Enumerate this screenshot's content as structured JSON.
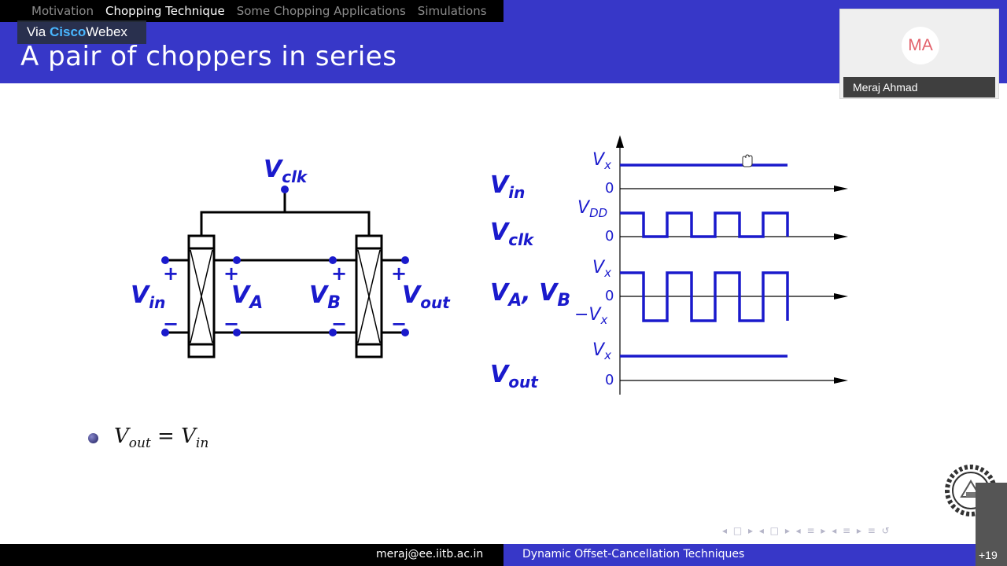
{
  "nav": {
    "items": [
      {
        "label": "Motivation",
        "active": false
      },
      {
        "label": "Chopping Technique",
        "active": true
      },
      {
        "label": "Some Chopping Applications",
        "active": false
      },
      {
        "label": "Simulations",
        "active": false
      }
    ]
  },
  "webex": {
    "prefix": "Via ",
    "brand1": "Cisco",
    "brand2": "Webex"
  },
  "slide": {
    "title": "A pair of choppers in series"
  },
  "participant": {
    "initials": "MA",
    "name": "Meraj Ahmad"
  },
  "circuit": {
    "clk_base": "V",
    "clk_sub": "clk",
    "vin_base": "V",
    "vin_sub": "in",
    "va_base": "V",
    "va_sub": "A",
    "vb_base": "V",
    "vb_sub": "B",
    "vout_base": "V",
    "vout_sub": "out",
    "plus": "+",
    "minus": "−"
  },
  "waveforms": {
    "row_labels": {
      "vin_base": "V",
      "vin_sub": "in",
      "vclk_base": "V",
      "vclk_sub": "clk",
      "vab_a_base": "V",
      "vab_a_sub": "A",
      "vab_sep": ", ",
      "vab_b_base": "V",
      "vab_b_sub": "B",
      "vout_base": "V",
      "vout_sub": "out"
    },
    "levels": {
      "vx_base": "V",
      "vx_sub": "x",
      "vdd_base": "V",
      "vdd_sub": "DD",
      "neg_vx_base": "−V",
      "neg_vx_sub": "x",
      "zero": "0"
    }
  },
  "bullet": {
    "lhs_base": "V",
    "lhs_sub": "out",
    "eq": " = ",
    "rhs_base": "V",
    "rhs_sub": "in"
  },
  "footer": {
    "email": "meraj@ee.iitb.ac.in",
    "title": "Dynamic Offset-Cancellation Techniques"
  },
  "beamer_nav": {
    "symbols": "◂ □ ▸  ◂ □ ▸  ◂ ≡ ▸  ◂ ≡ ▸  ≡  ↺"
  },
  "overflow": {
    "count": "+19"
  },
  "colors": {
    "accent": "#3737c8",
    "diagram": "#1a1acc"
  }
}
